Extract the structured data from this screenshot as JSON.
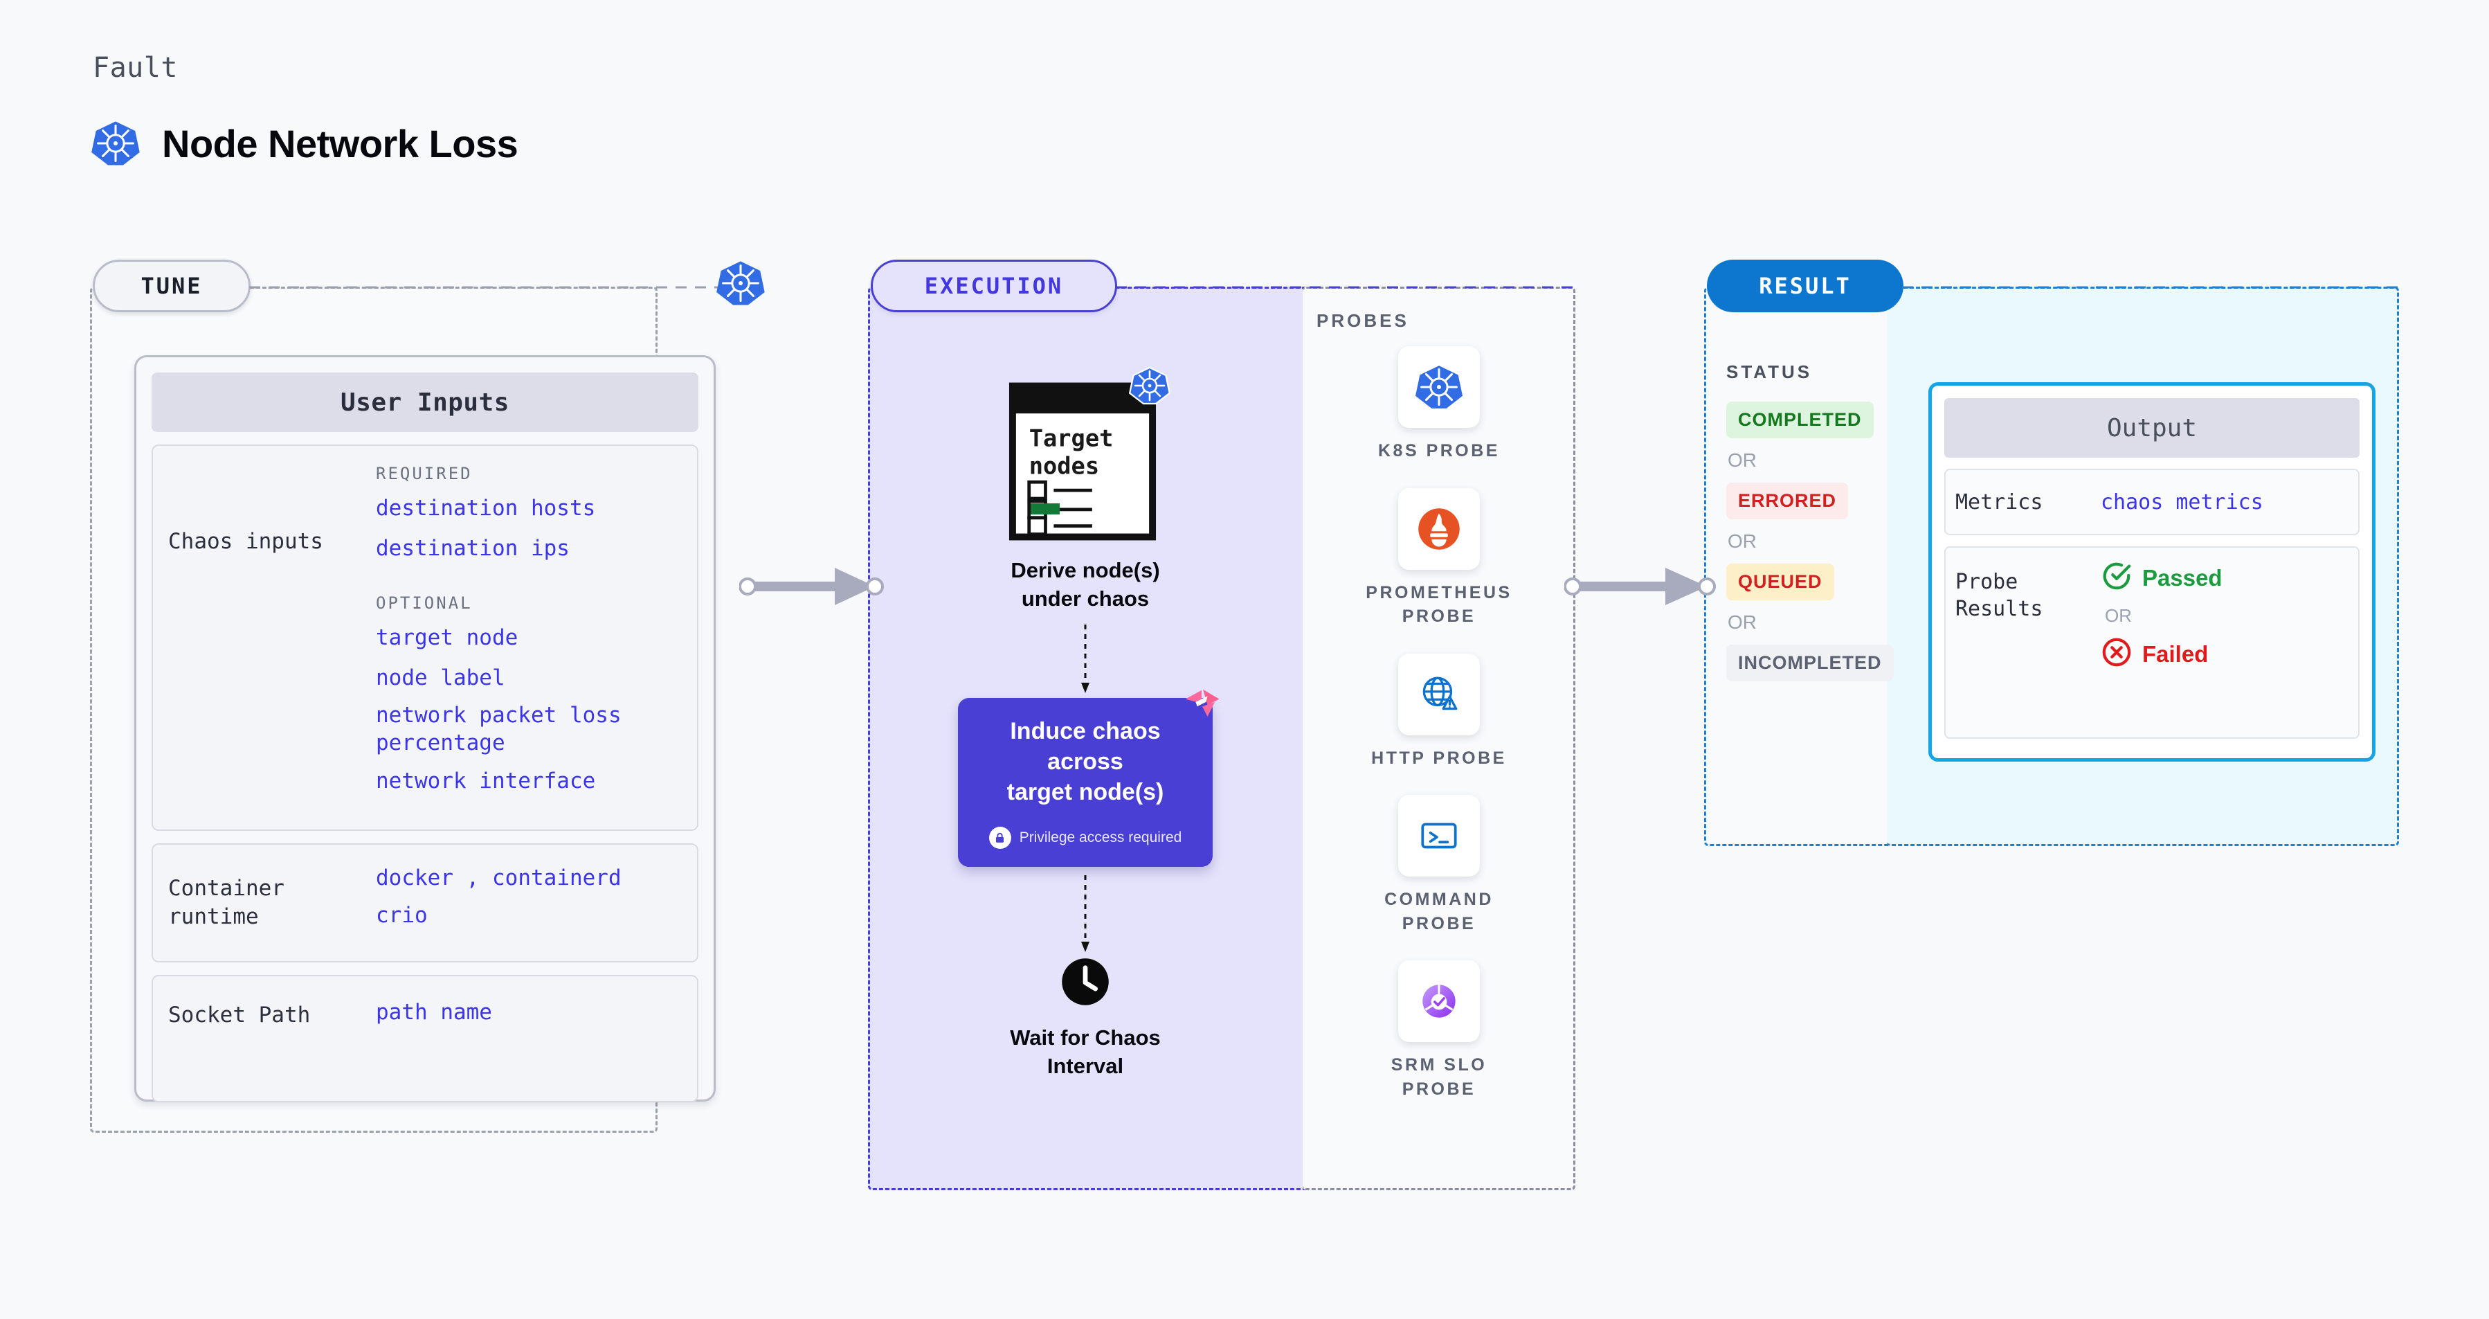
{
  "header": {
    "eyebrow": "Fault",
    "title": "Node Network Loss",
    "icon": "kubernetes-icon"
  },
  "stages": {
    "tune": {
      "label": "TUNE",
      "badge_icon": "kubernetes-icon"
    },
    "execution": {
      "label": "EXECUTION"
    },
    "result": {
      "label": "RESULT"
    }
  },
  "tune": {
    "card_title": "User Inputs",
    "sections": [
      {
        "label": "Chaos inputs",
        "groups": [
          {
            "kicker": "REQUIRED",
            "values": [
              "destination hosts",
              "destination ips"
            ]
          },
          {
            "kicker": "OPTIONAL",
            "values": [
              "target node",
              "node label",
              "network packet loss percentage",
              "network interface"
            ]
          }
        ]
      },
      {
        "label": "Container runtime",
        "values_line1": [
          "docker",
          "containerd"
        ],
        "separator": ",",
        "values_line2": [
          "crio"
        ]
      },
      {
        "label": "Socket Path",
        "values": [
          "path name"
        ]
      }
    ]
  },
  "execution": {
    "step1": {
      "doc_title_line1": "Target",
      "doc_title_line2": "nodes",
      "badge_icon": "kubernetes-icon",
      "caption_line1": "Derive node(s)",
      "caption_line2": "under chaos"
    },
    "step2": {
      "title_line1": "Induce chaos across",
      "title_line2": "target node(s)",
      "privilege_note": "Privilege access required",
      "privilege_icon": "lock-icon",
      "corner_icon": "harness-logo-icon",
      "color": "#4a3fd4"
    },
    "step3": {
      "icon": "clock-icon",
      "caption_line1": "Wait for Chaos",
      "caption_line2": "Interval"
    }
  },
  "probes": {
    "title": "PROBES",
    "items": [
      {
        "label_line1": "K8S PROBE",
        "label_line2": "",
        "icon": "kubernetes-icon"
      },
      {
        "label_line1": "PROMETHEUS",
        "label_line2": "PROBE",
        "icon": "prometheus-icon"
      },
      {
        "label_line1": "HTTP PROBE",
        "label_line2": "",
        "icon": "http-globe-icon"
      },
      {
        "label_line1": "COMMAND",
        "label_line2": "PROBE",
        "icon": "terminal-icon"
      },
      {
        "label_line1": "SRM SLO",
        "label_line2": "PROBE",
        "icon": "srm-slo-icon"
      }
    ]
  },
  "result": {
    "status_title": "STATUS",
    "or_label": "OR",
    "statuses": [
      {
        "label": "COMPLETED",
        "bg": "#ddf5de",
        "fg": "#14781f"
      },
      {
        "label": "ERRORED",
        "bg": "#fdeaea",
        "fg": "#d02020"
      },
      {
        "label": "QUEUED",
        "bg": "#fdf0c8",
        "fg": "#d02020"
      },
      {
        "label": "INCOMPLETED",
        "bg": "#f0f1f5",
        "fg": "#5b6170"
      }
    ]
  },
  "output": {
    "card_title": "Output",
    "metrics_label": "Metrics",
    "metrics_value": "chaos metrics",
    "probe_results_label_line1": "Probe",
    "probe_results_label_line2": "Results",
    "passed_label": "Passed",
    "failed_label": "Failed",
    "or_label": "OR",
    "passed_icon": "check-circle-icon",
    "failed_icon": "x-circle-icon"
  },
  "colors": {
    "accent_purple": "#4a3fd4",
    "accent_blue": "#0d77cf",
    "link_blue": "#3b34e8",
    "k8s_blue": "#326ce5",
    "canvas_bg": "#f7f9fb"
  }
}
